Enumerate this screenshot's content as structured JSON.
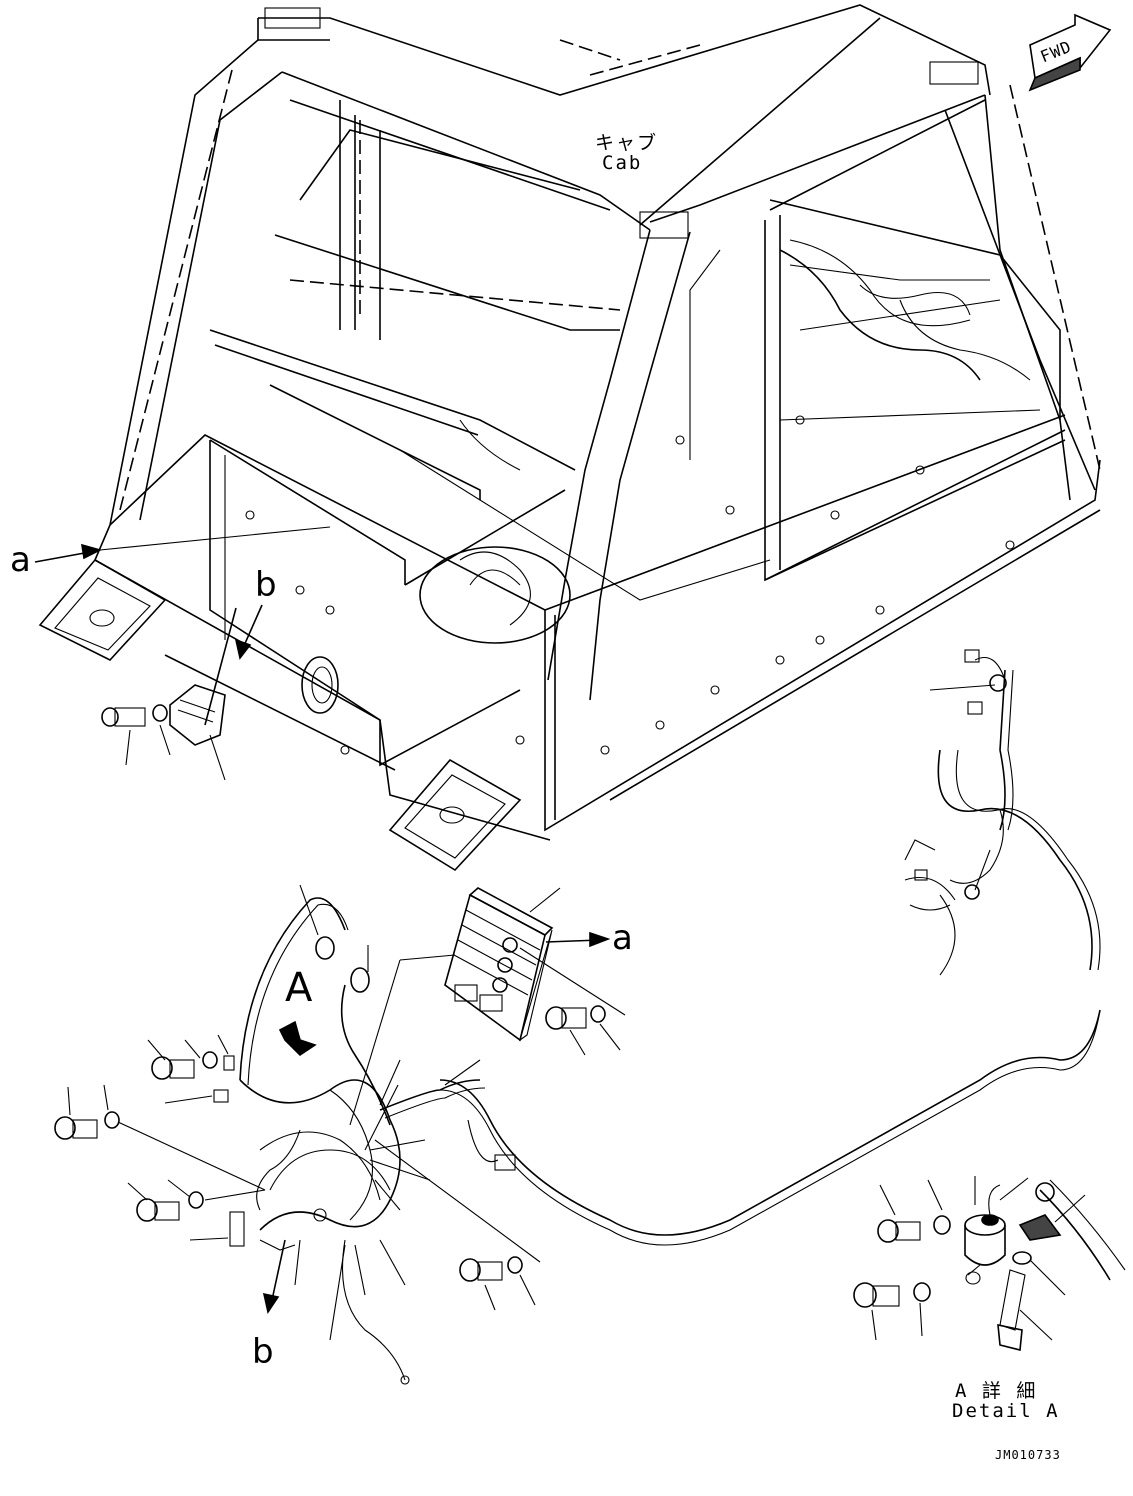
{
  "diagram": {
    "cab_label_jp": "キャブ",
    "cab_label_en": "Cab",
    "fwd_label": "FWD",
    "callout_a_upper": "a",
    "callout_a_lower": "a",
    "callout_b_upper": "b",
    "callout_b_lower": "b",
    "view_marker": "A",
    "detail_label_jp": "A 詳 細",
    "detail_label_en": "Detail A",
    "drawing_number": "JM010733"
  }
}
